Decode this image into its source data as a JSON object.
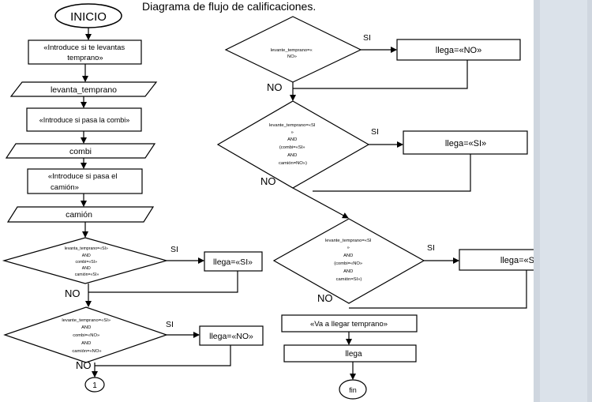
{
  "title": "Diagrama de flujo de calificaciones.",
  "left": {
    "start": "INICIO",
    "prompt1": [
      "«Introduce si te levantas",
      "temprano»"
    ],
    "input1": "levanta_temprano",
    "prompt2": "«Introduce si pasa la combi»",
    "input2": "combi",
    "prompt3": [
      "«Introduce si pasa el",
      "camión»"
    ],
    "input3": "camión",
    "decision1": [
      "levanta_temprano=«SI»",
      "AND",
      "combi=«SI»",
      "AND",
      "camión=«SI»"
    ],
    "decision1_yes": "SI",
    "decision1_no": "NO",
    "result1": "llega=«SI»",
    "decision2": [
      "levante_temprano=«SI»",
      "AND",
      "combi=«NO»",
      "AND",
      "camión=«NO»"
    ],
    "decision2_yes": "SI",
    "decision2_no": "NO",
    "result2": "llega=«NO»",
    "connector": "1"
  },
  "right": {
    "decision3": [
      "levante_temprano=«",
      "NO»"
    ],
    "decision3_yes": "SI",
    "decision3_no": "NO",
    "result3": "llega=«NO»",
    "decision4": [
      "levante_temprano=«SI",
      "»",
      "AND",
      "(combi=«SI»",
      "AND",
      "camión=NO»)"
    ],
    "decision4_yes": "SI",
    "decision4_no": "NO",
    "result4": "llega=«SI»",
    "decision5": [
      "levante_temprano=«SI",
      "»",
      "AND",
      "(combi=«NO»",
      "AND",
      "camión=SI»)"
    ],
    "decision5_yes": "SI",
    "decision5_no": "NO",
    "result5": "llega=«SI»",
    "message": "«Va a llegar temprano»",
    "output": "llega",
    "end": "fin"
  }
}
